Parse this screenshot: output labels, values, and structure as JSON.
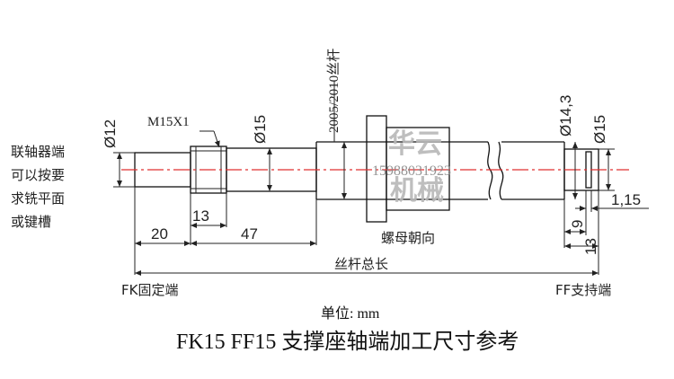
{
  "notes": {
    "left_note": [
      "联轴器端",
      "可以按要",
      "求铣平面",
      "或键槽"
    ],
    "nut_direction": "螺母朝向",
    "screw_total_length": "丝杆总长",
    "fk_end": "FK固定端",
    "ff_end": "FF支持端"
  },
  "dimensions": {
    "d12": "Ø12",
    "m15": "M15X1",
    "d15_left": "Ø15",
    "screw_model": "2005/2010丝杆",
    "d14_3": "Ø14,3",
    "d15_right": "Ø15",
    "len_13_thread": "13",
    "len_20": "20",
    "len_47": "47",
    "len_9": "9",
    "len_13_right": "13",
    "len_1_15": "1,15"
  },
  "watermark": {
    "brand_top": "华云",
    "brand_bottom": "机械",
    "phone": "15988031923"
  },
  "footer": {
    "unit": "单位: mm",
    "title": "FK15 FF15 支撑座轴端加工尺寸参考"
  }
}
